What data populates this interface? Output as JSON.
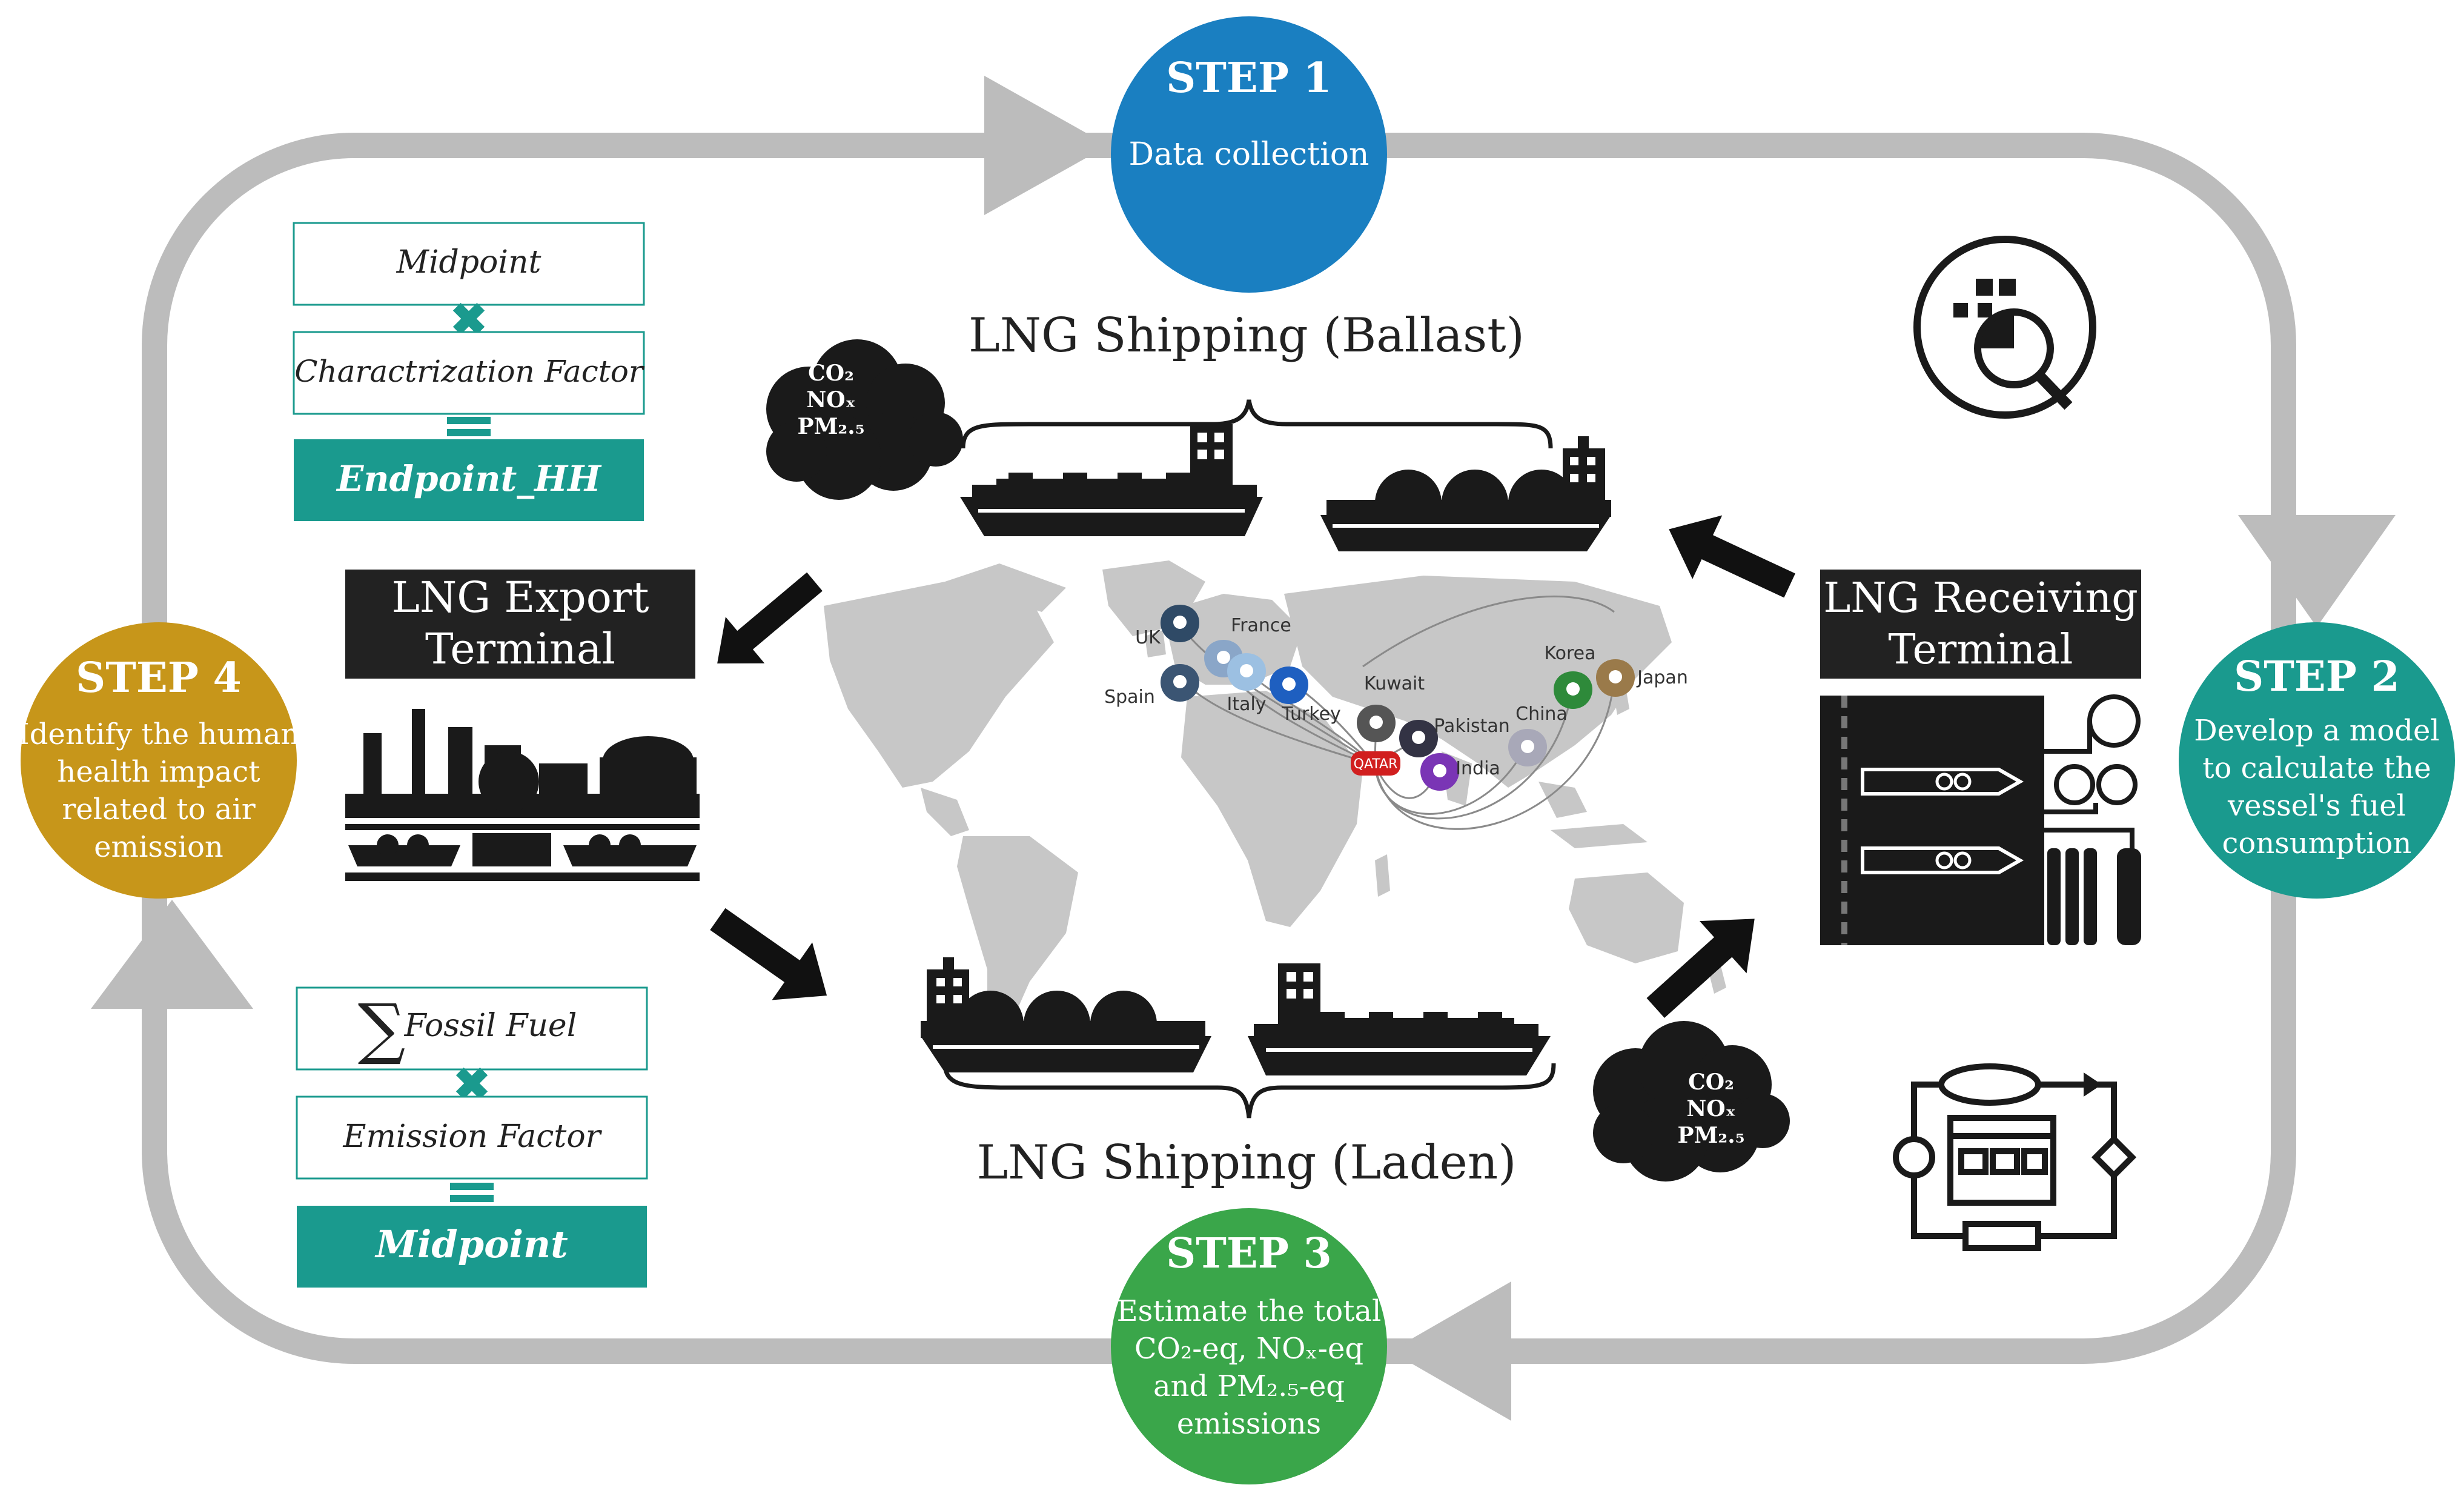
{
  "colors": {
    "step1": "#1a7fc1",
    "step2": "#1a9a8e",
    "step3": "#3aa64a",
    "step4": "#c7961a",
    "teal": "#1a9a8e",
    "loop": "#bcbcbc",
    "dark": "#222222"
  },
  "steps": [
    {
      "title": "STEP 1",
      "lines": [
        "Data collection"
      ]
    },
    {
      "title": "STEP 2",
      "lines": [
        "Develop a model",
        "to calculate the",
        "vessel's fuel",
        "consumption"
      ]
    },
    {
      "title": "STEP 3",
      "lines": [
        "Estimate the total",
        "CO₂-eq, NOₓ-eq",
        "and PM₂.₅-eq",
        "emissions"
      ]
    },
    {
      "title": "STEP 4",
      "lines": [
        "Identify the human",
        "health impact",
        "related to air",
        "emission"
      ]
    }
  ],
  "formula_top": {
    "box1": "Midpoint",
    "box2": "Charactrization Factor",
    "result": "Endpoint_HH"
  },
  "formula_bottom": {
    "box1": "Fossil Fuel",
    "box1_symbol": "∑",
    "box2": "Emission Factor",
    "result": "Midpoint"
  },
  "terminals": {
    "export": [
      "LNG Export",
      "Terminal"
    ],
    "receiving": [
      "LNG Receiving",
      "Terminal"
    ]
  },
  "shipping": {
    "ballast": "LNG Shipping (Ballast)",
    "laden": "LNG Shipping (Laden)"
  },
  "emissions_cloud": [
    "CO₂",
    "NOₓ",
    "PM₂.₅"
  ],
  "map": {
    "origin": "QATAR",
    "destinations": [
      {
        "label": "UK",
        "color": "#2f4a66"
      },
      {
        "label": "France",
        "color": "#8aa6c8"
      },
      {
        "label": "Spain",
        "color": "#3b5573"
      },
      {
        "label": "Italy",
        "color": "#9cc0e2"
      },
      {
        "label": "Turkey",
        "color": "#1e5fc0"
      },
      {
        "label": "Kuwait",
        "color": "#555555"
      },
      {
        "label": "Pakistan",
        "color": "#333344"
      },
      {
        "label": "India",
        "color": "#7a35b5"
      },
      {
        "label": "China",
        "color": "#a8a8b8"
      },
      {
        "label": "Korea",
        "color": "#2e8a3a"
      },
      {
        "label": "Japan",
        "color": "#9a7a4a"
      }
    ]
  },
  "icons": [
    "analytics-icon",
    "flowchart-icon",
    "refinery-icon",
    "port-diagram-icon",
    "lng-carrier-icon",
    "container-ship-icon"
  ]
}
